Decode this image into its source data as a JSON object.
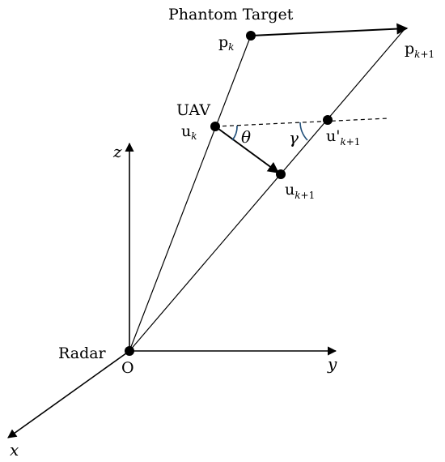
{
  "labels": {
    "phantom_target": "Phantom Target",
    "uav": "UAV",
    "radar": "Radar",
    "origin": "O",
    "axis_x": "x",
    "axis_y": "y",
    "axis_z": "z",
    "p_k_base": "p",
    "p_k_sub": "k",
    "p_k1_base": "p",
    "p_k1_sub_italic": "k",
    "p_k1_sub_rest": "+1",
    "u_k_base": "u",
    "u_k_sub": "k",
    "u_k1_base": "u",
    "u_k1_sub_italic": "k",
    "u_k1_sub_rest": "+1",
    "u_prime_base": "u'",
    "u_prime_sub_italic": "k",
    "u_prime_sub_rest": "+1",
    "angle_theta": "θ",
    "angle_gamma": "γ"
  },
  "colors": {
    "lines": "#000000",
    "angle_arcs": "#1f4e79"
  }
}
